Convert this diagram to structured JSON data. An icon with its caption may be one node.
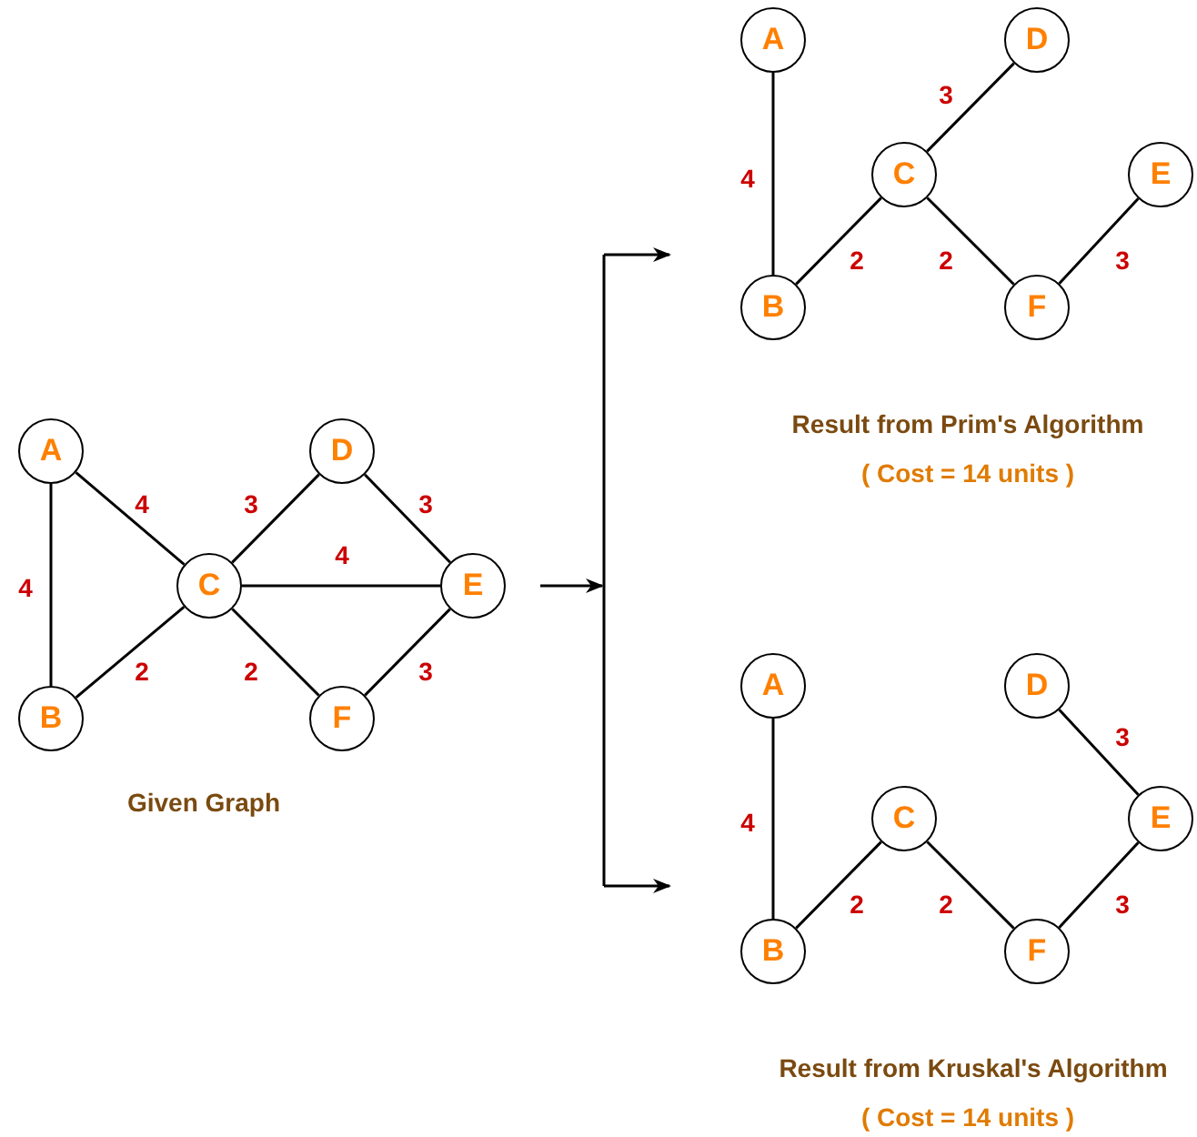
{
  "diagram": {
    "nodes": [
      {
        "text": [
          "A"
        ]
      },
      {
        "text": [
          "B"
        ]
      },
      {
        "text": [
          "C"
        ]
      },
      {
        "text": [
          "D"
        ]
      },
      {
        "text": [
          "E"
        ]
      },
      {
        "text": [
          "F"
        ]
      },
      {
        "text": [
          "A"
        ]
      },
      {
        "text": [
          "B"
        ]
      },
      {
        "text": [
          "C"
        ]
      },
      {
        "text": [
          "D"
        ]
      },
      {
        "text": [
          "E"
        ]
      },
      {
        "text": [
          "F"
        ]
      },
      {
        "text": [
          "A"
        ]
      },
      {
        "text": [
          "B"
        ]
      },
      {
        "text": [
          "C"
        ]
      },
      {
        "text": [
          "D"
        ]
      },
      {
        "text": [
          "E"
        ]
      },
      {
        "text": [
          "F"
        ]
      }
    ],
    "edges": [
      {
        "from": 0,
        "to": 1,
        "arrow": "none",
        "label": "4"
      },
      {
        "from": 0,
        "to": 2,
        "arrow": "none",
        "label": "4"
      },
      {
        "from": 1,
        "to": 2,
        "arrow": "none",
        "label": "2"
      },
      {
        "from": 2,
        "to": 3,
        "arrow": "none",
        "label": "3"
      },
      {
        "from": 2,
        "to": 4,
        "arrow": "none",
        "label": "4"
      },
      {
        "from": 3,
        "to": 4,
        "arrow": "none",
        "label": "3"
      },
      {
        "from": 2,
        "to": 5,
        "arrow": "none",
        "label": "2"
      },
      {
        "from": 5,
        "to": 4,
        "arrow": "none",
        "label": "3"
      },
      {
        "from": 6,
        "to": 7,
        "arrow": "none",
        "label": "4"
      },
      {
        "from": 8,
        "to": 9,
        "arrow": "none",
        "label": "3"
      },
      {
        "from": 7,
        "to": 8,
        "arrow": "none",
        "label": "2"
      },
      {
        "from": 8,
        "to": 11,
        "arrow": "none",
        "label": "2"
      },
      {
        "from": 11,
        "to": 10,
        "arrow": "none",
        "label": "3"
      },
      {
        "from": 12,
        "to": 13,
        "arrow": "none",
        "label": "4"
      },
      {
        "from": 15,
        "to": 16,
        "arrow": "none",
        "label": "3"
      },
      {
        "from": 13,
        "to": 14,
        "arrow": "none",
        "label": "2"
      },
      {
        "from": 14,
        "to": 17,
        "arrow": "none",
        "label": "2"
      },
      {
        "from": 17,
        "to": 16,
        "arrow": "none",
        "label": "3"
      }
    ],
    "labels": [
      "Given Graph",
      "Result from Prim's Algorithm",
      "( Cost = 14 units )",
      "Result from Kruskal's Algorithm",
      "( Cost = 14 units )"
    ]
  }
}
